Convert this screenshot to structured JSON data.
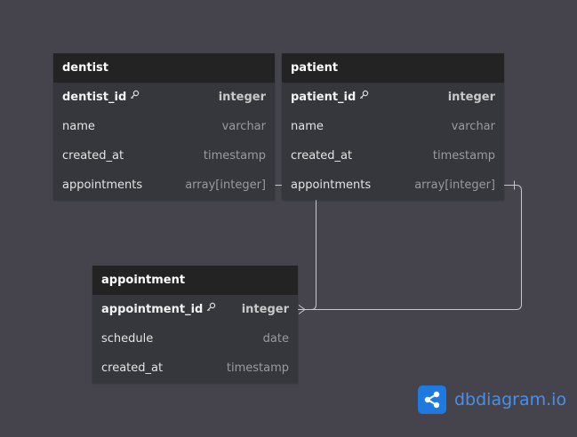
{
  "tables": {
    "dentist": {
      "name": "dentist",
      "fields": [
        {
          "name": "dentist_id",
          "type": "integer",
          "pk": true
        },
        {
          "name": "name",
          "type": "varchar"
        },
        {
          "name": "created_at",
          "type": "timestamp"
        },
        {
          "name": "appointments",
          "type": "array[integer]"
        }
      ]
    },
    "patient": {
      "name": "patient",
      "fields": [
        {
          "name": "patient_id",
          "type": "integer",
          "pk": true
        },
        {
          "name": "name",
          "type": "varchar"
        },
        {
          "name": "created_at",
          "type": "timestamp"
        },
        {
          "name": "appointments",
          "type": "array[integer]"
        }
      ]
    },
    "appointment": {
      "name": "appointment",
      "fields": [
        {
          "name": "appointment_id",
          "type": "integer",
          "pk": true
        },
        {
          "name": "schedule",
          "type": "date"
        },
        {
          "name": "created_at",
          "type": "timestamp"
        }
      ]
    }
  },
  "relationships": [
    {
      "from": "dentist.appointments",
      "to": "appointment.appointment_id"
    },
    {
      "from": "patient.appointments",
      "to": "appointment.appointment_id"
    }
  ],
  "icons": {
    "primary_key": "key-icon",
    "brand": "share-nodes-icon"
  },
  "colors": {
    "background": "#45444d",
    "header": "#232323",
    "body": "#36363d",
    "brand": "#1f7ae0"
  },
  "brand": {
    "label": "dbdiagram.io"
  }
}
